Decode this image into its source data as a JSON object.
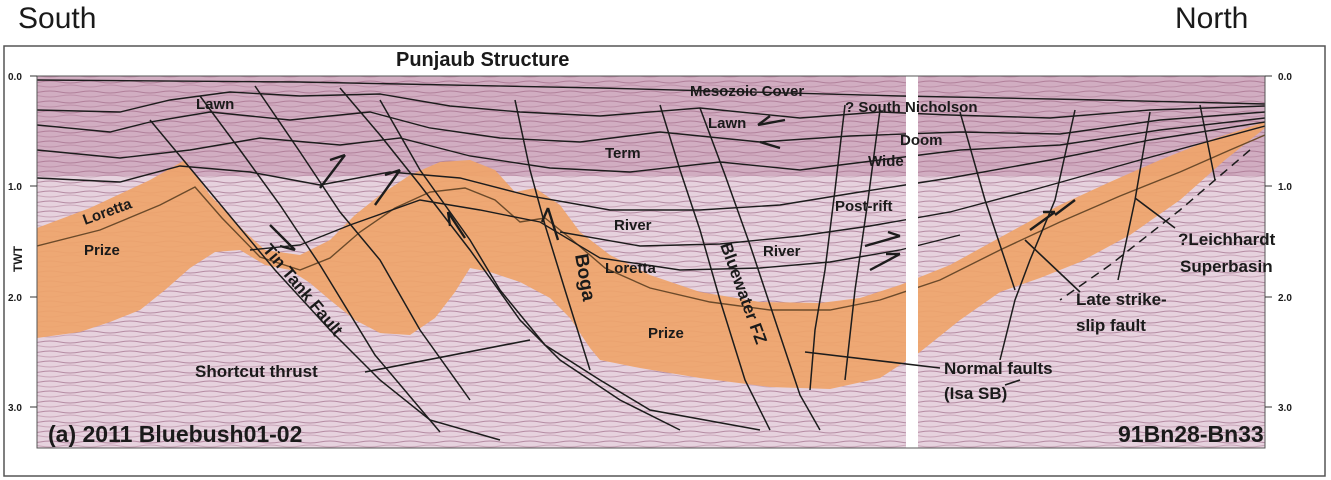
{
  "header": {
    "left_label": "South",
    "right_label": "North"
  },
  "section": {
    "title": "Punjaub Structure",
    "axis_label": "TWT",
    "ticks_left": [
      "0.0",
      "1.0",
      "2.0",
      "3.0"
    ],
    "ticks_right": [
      "0.0",
      "1.0",
      "2.0",
      "3.0"
    ],
    "left_panel_label": "(a) 2011 Bluebush01-02",
    "right_panel_label": "91Bn28-Bn33"
  },
  "units": {
    "mesozoic": "Mesozoic Cover",
    "south_nicholson": "? South Nicholson",
    "lawn_left": "Lawn",
    "lawn_right": "Lawn",
    "doom": "Doom",
    "wide": "Wide",
    "term": "Term",
    "post_rift": "Post-rift",
    "river_left": "River",
    "river_right": "River",
    "loretta_left": "Loretta",
    "loretta_mid": "Loretta",
    "prize_left": "Prize",
    "prize_mid": "Prize",
    "boga": "Boga",
    "leichhardt_line1": "?Leichhardt",
    "leichhardt_line2": "Superbasin"
  },
  "annotations": {
    "tin_tank": "Tin Tank Fault",
    "bluewater": "Bluewater FZ",
    "shortcut": "Shortcut thrust",
    "normal_line1": "Normal faults",
    "normal_line2": "(Isa SB)",
    "late_line1": "Late strike-",
    "late_line2": "slip fault"
  },
  "colors": {
    "seismic_background": "#e6d2de",
    "orange_unit": "#efa46a",
    "horizon": "#1c1c1c",
    "frame": "#555555"
  }
}
